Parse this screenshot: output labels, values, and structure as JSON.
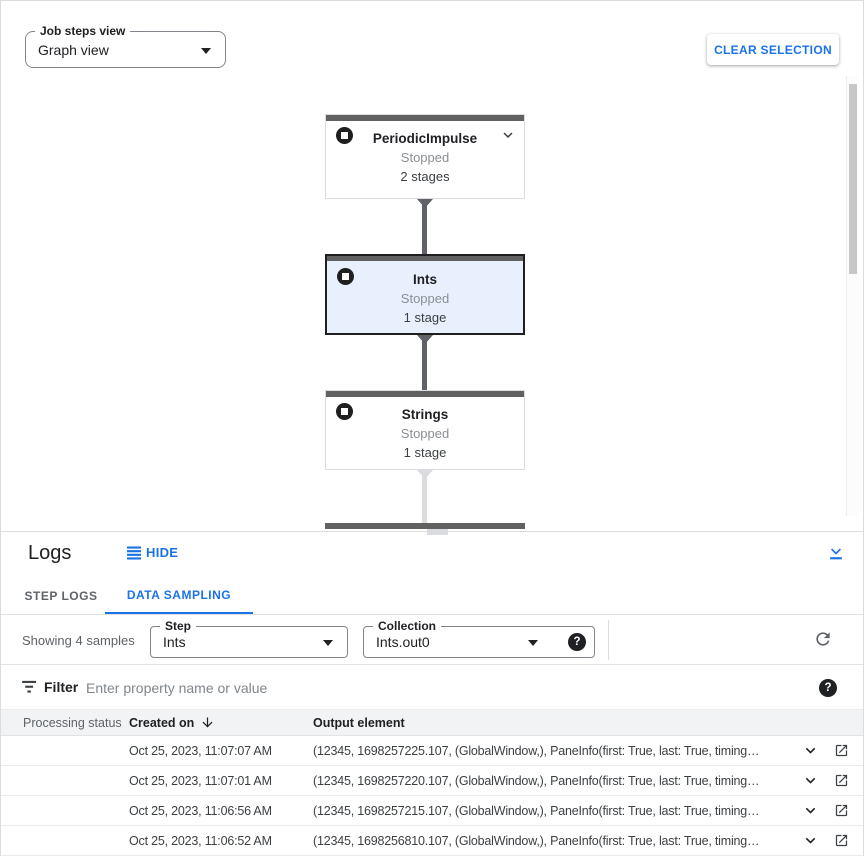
{
  "colors": {
    "accent": "#1a73e8",
    "node_topbar": "#616161",
    "selected_node_bg": "#e8f0fe"
  },
  "header": {
    "job_steps_view_label": "Job steps view",
    "job_steps_view_value": "Graph view",
    "clear_selection_label": "CLEAR SELECTION"
  },
  "graph": {
    "nodes": [
      {
        "title": "PeriodicImpulse",
        "status": "Stopped",
        "stages": "2 stages",
        "selected": false,
        "expandable": true
      },
      {
        "title": "Ints",
        "status": "Stopped",
        "stages": "1 stage",
        "selected": true,
        "expandable": false
      },
      {
        "title": "Strings",
        "status": "Stopped",
        "stages": "1 stage",
        "selected": false,
        "expandable": false
      }
    ]
  },
  "logs": {
    "title": "Logs",
    "hide_label": "HIDE",
    "tabs": {
      "step_logs": "STEP LOGS",
      "data_sampling": "DATA SAMPLING",
      "active": "DATA SAMPLING"
    },
    "toolbar": {
      "showing_text": "Showing 4 samples",
      "step_label": "Step",
      "step_value": "Ints",
      "collection_label": "Collection",
      "collection_value": "Ints.out0",
      "help_glyph": "?"
    },
    "filter": {
      "label": "Filter",
      "placeholder": "Enter property name or value",
      "help_glyph": "?"
    },
    "table": {
      "columns": {
        "status": "Processing status",
        "created": "Created on",
        "output": "Output element"
      },
      "rows": [
        {
          "created": "Oct 25, 2023, 11:07:07 AM",
          "output": "(12345, 1698257225.107, (GlobalWindow,), PaneInfo(first: True, last: True, timing…"
        },
        {
          "created": "Oct 25, 2023, 11:07:01 AM",
          "output": "(12345, 1698257220.107, (GlobalWindow,), PaneInfo(first: True, last: True, timing…"
        },
        {
          "created": "Oct 25, 2023, 11:06:56 AM",
          "output": "(12345, 1698257215.107, (GlobalWindow,), PaneInfo(first: True, last: True, timing…"
        },
        {
          "created": "Oct 25, 2023, 11:06:52 AM",
          "output": "(12345, 1698256810.107, (GlobalWindow,), PaneInfo(first: True, last: True, timing…"
        }
      ]
    }
  },
  "icons": {
    "node_status": "stop-circle",
    "node_expand": "chevron-down",
    "hide": "reorder-lines",
    "collapse": "collapse-panel",
    "help": "help-filled-circle",
    "refresh": "refresh",
    "filter": "filter-list",
    "sort": "arrow-downward",
    "row_expand": "chevron-down",
    "row_open": "open-in-new",
    "processing_status": "gray-dot"
  }
}
